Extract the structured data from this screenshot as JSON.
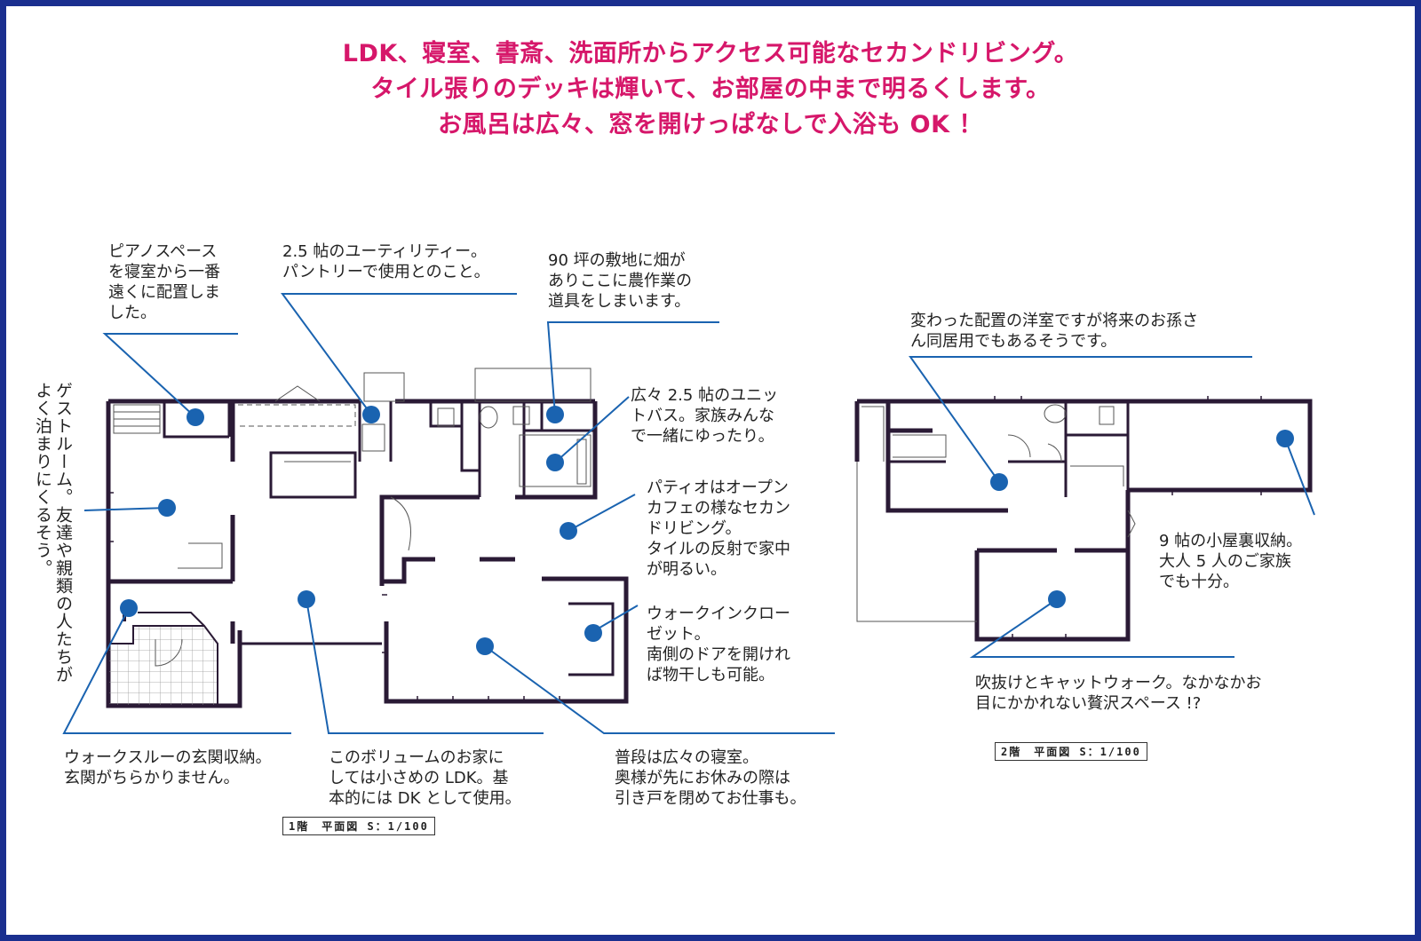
{
  "headline": {
    "line1": "LDK、寝室、書斎、洗面所からアクセス可能なセカンドリビング。",
    "line2": "タイル張りのデッキは輝いて、お部屋の中まで明るくします。",
    "line3": "お風呂は広々、窓を開けっぱなしで入浴も OK ！"
  },
  "colors": {
    "border": "#1a2f8f",
    "headline": "#d6176a",
    "callout": "#1a63b0",
    "wall": "#2a1a35"
  },
  "floor1": {
    "scale_label": "1階　平面図 S：1/100",
    "notes": {
      "piano": [
        "ピアノスペース",
        "を寝室から一番",
        "遠くに配置しま",
        "した。"
      ],
      "utility": [
        "2.5 帖のユーティリティー。",
        "パントリーで使用とのこと。"
      ],
      "storage": [
        "90 坪の敷地に畑が",
        "ありここに農作業の",
        "道具をしまいます。"
      ],
      "bath": [
        "広々 2.5 帖のユニッ",
        "トバス。家族みんな",
        "で一緒にゆったり。"
      ],
      "patio": [
        "パティオはオープン",
        "カフェの様なセカン",
        "ドリビング。",
        "タイルの反射で家中",
        "が明るい。"
      ],
      "closet": [
        "ウォークインクロー",
        "ゼット。",
        "南側のドアを開けれ",
        "ば物干しも可能。"
      ],
      "guest": [
        "ゲストルーム。友達や親類の人たちが",
        "よく泊まりにくるそう。"
      ],
      "entrance": [
        "ウォークスルーの玄関収納。",
        "玄関がちらかりません。"
      ],
      "ldk": [
        "このボリュームのお家に",
        "しては小さめの LDK。基",
        "本的には DK として使用。"
      ],
      "bedroom": [
        "普段は広々の寝室。",
        "奥様が先にお休みの際は",
        "引き戸を閉めてお仕事も。"
      ]
    }
  },
  "floor2": {
    "scale_label": "2階　平面図 S：1/100",
    "notes": {
      "western": [
        "変わった配置の洋室ですが将来のお孫さ",
        "ん同居用でもあるそうです。"
      ],
      "attic": [
        "9 帖の小屋裏収納。",
        "大人 5 人のご家族",
        "でも十分。"
      ],
      "void": [
        "吹抜けとキャットウォーク。なかなかお",
        "目にかかれない贅沢スペース !?"
      ]
    }
  }
}
